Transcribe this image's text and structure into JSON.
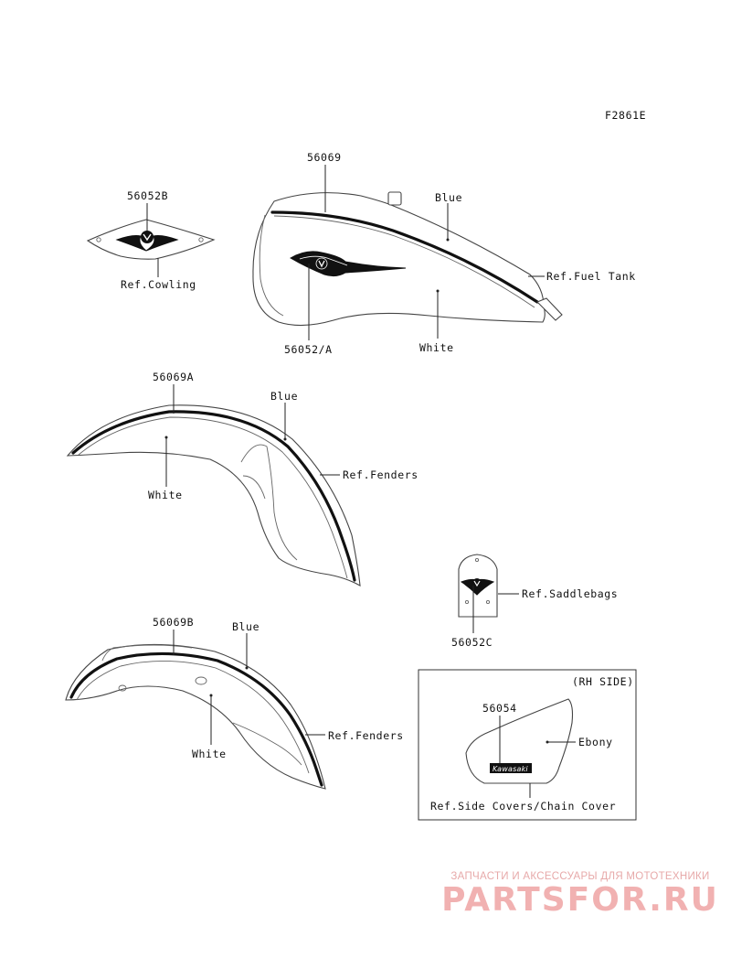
{
  "diagram_code": "F2861E",
  "labels": {
    "part_56069": "56069",
    "blue_tank": "Blue",
    "ref_fuel_tank": "Ref.Fuel Tank",
    "white_tank": "White",
    "part_56052a": "56052/A",
    "part_56052b": "56052B",
    "ref_cowling": "Ref.Cowling",
    "part_56069a": "56069A",
    "blue_front": "Blue",
    "ref_fenders_front": "Ref.Fenders",
    "white_front": "White",
    "ref_saddlebags": "Ref.Saddlebags",
    "part_56052c": "56052C",
    "part_56069b": "56069B",
    "blue_rear": "Blue",
    "ref_fenders_rear": "Ref.Fenders",
    "white_rear": "White",
    "rh_side": "(RH SIDE)",
    "part_56054": "56054",
    "ebony": "Ebony",
    "ref_side_covers": "Ref.Side Covers/Chain Cover",
    "kawasaki_badge": "Kawasaki"
  },
  "watermark": {
    "top": "ЗАПЧАСТИ И АКСЕССУАРЫ ДЛЯ МОТОТЕХНИКИ",
    "main": "PARTSFOR.RU"
  }
}
